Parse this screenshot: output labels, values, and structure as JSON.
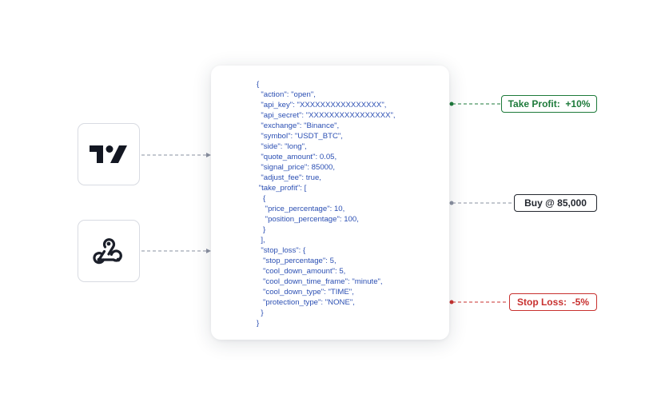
{
  "sources": {
    "tradingview": {
      "icon": "tradingview-logo-icon"
    },
    "webhook": {
      "icon": "webhook-icon"
    }
  },
  "payload": {
    "code": "{\n  \"action\": \"open\",\n  \"api_key\": \"XXXXXXXXXXXXXXXX\",\n  \"api_secret\": \"XXXXXXXXXXXXXXXX\",\n  \"exchange\": \"Binance\",\n  \"symbol\": \"USDT_BTC\",\n  \"side\": \"long\",\n  \"quote_amount\": 0.05,\n  \"signal_price\": 85000,\n  \"adjust_fee\": true,\n \"take_profit\": [\n   {\n    \"price_percentage\": 10,\n    \"position_percentage\": 100,\n   }\n  ],\n  \"stop_loss\": {\n   \"stop_percentage\": 5,\n   \"cool_down_amount\": 5,\n   \"cool_down_time_frame\": \"minute\",\n   \"cool_down_type\": \"TIME\",\n   \"protection_type\": \"NONE\",\n  }\n}"
  },
  "outputs": {
    "take_profit": "Take Profit:  +10%",
    "buy": "Buy @ 85,000",
    "stop_loss": "Stop Loss:  -5%"
  },
  "colors": {
    "code": "#2b4fb3",
    "take_profit": "#1d7a3a",
    "buy": "#23272f",
    "stop_loss": "#c8312f",
    "connector": "#8a90a0"
  }
}
